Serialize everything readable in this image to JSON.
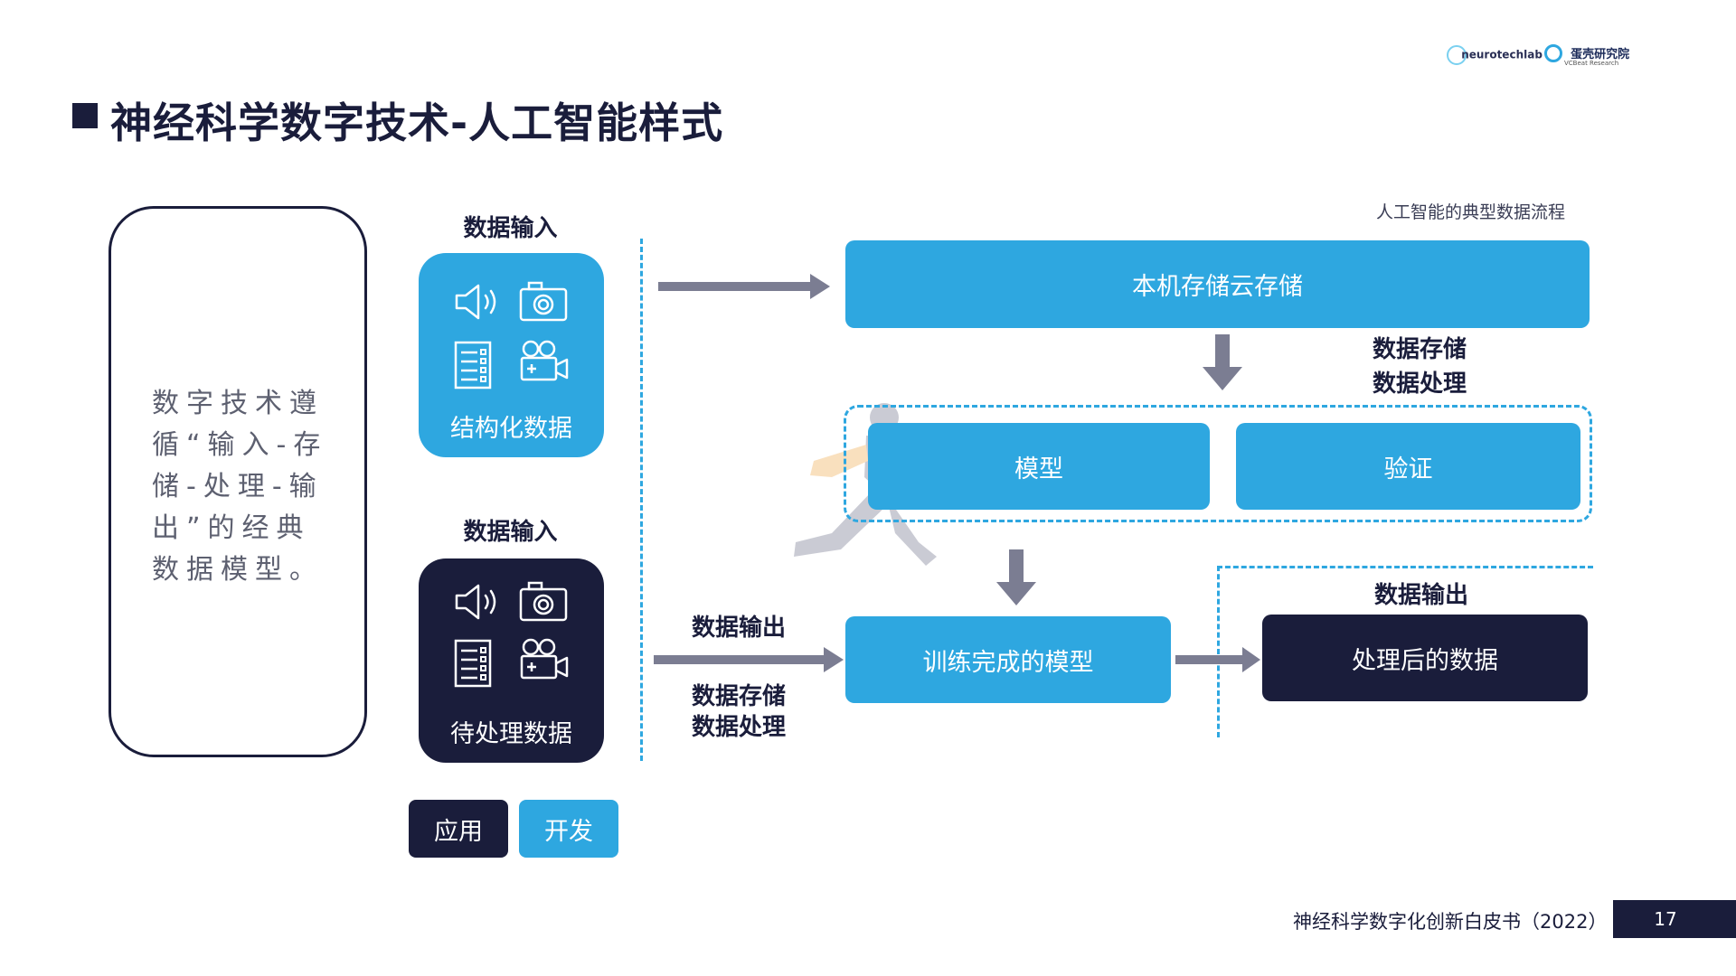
{
  "logos": {
    "neurotech": "neurotechlab",
    "vcbeat_main": "蛋壳研究院",
    "vcbeat_sub": "VCBeat Research"
  },
  "title": "神经科学数字技术-人工智能样式",
  "left_card": {
    "text": "数字技术遵循“输入-存储-处理-输出”的经典数据模型。"
  },
  "inputs": [
    {
      "label": "数据输入",
      "caption": "结构化数据",
      "style": "blue"
    },
    {
      "label": "数据输入",
      "caption": "待处理数据",
      "style": "dark"
    }
  ],
  "diagram": {
    "caption": "人工智能的典型数据流程",
    "storage_box": "本机存储云存储",
    "step1_labels": [
      "数据存储",
      "数据处理"
    ],
    "model_box": "模型",
    "verify_box": "验证",
    "trained_box": "训练完成的模型",
    "mid_output_label": "数据输出",
    "mid_labels": [
      "数据存储",
      "数据处理"
    ],
    "right_output_label": "数据输出",
    "processed_box": "处理后的数据"
  },
  "legend": {
    "apply": "应用",
    "develop": "开发"
  },
  "footer": {
    "text": "神经科学数字化创新白皮书（2022）",
    "page": "17"
  },
  "colors": {
    "accent": "#2ea7e0",
    "dark": "#1a1d3b",
    "arrow": "#7b7d92"
  }
}
